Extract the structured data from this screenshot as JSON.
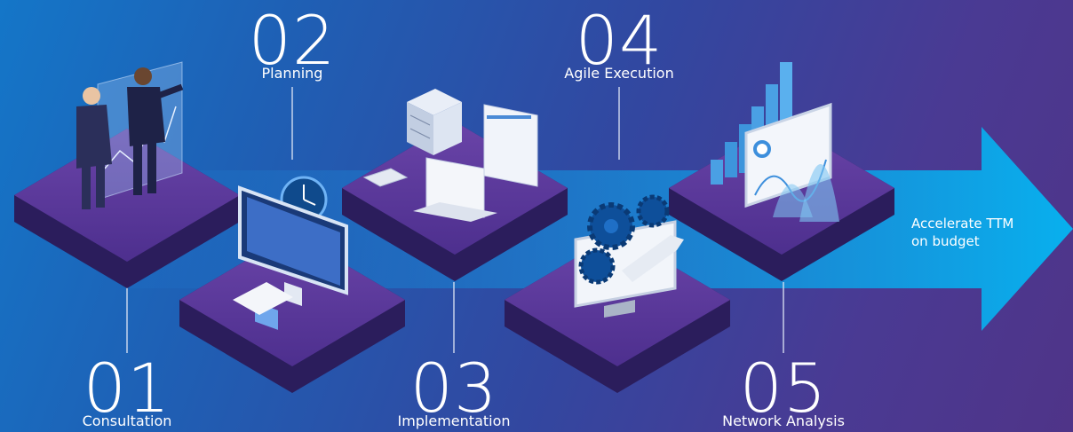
{
  "steps": [
    {
      "number": "01",
      "label": "Consultation"
    },
    {
      "number": "02",
      "label": "Planning"
    },
    {
      "number": "03",
      "label": "Implementation"
    },
    {
      "number": "04",
      "label": "Agile Execution"
    },
    {
      "number": "05",
      "label": "Network Analysis"
    }
  ],
  "arrow": {
    "line1": "Accelerate TTM",
    "line2": "on budget"
  },
  "colors": {
    "background_start": "#1476c8",
    "background_end": "#4f3488",
    "arrow": "#0aa0e6",
    "platform_top": "#5a3a9c",
    "platform_side": "#2e1f5e"
  }
}
